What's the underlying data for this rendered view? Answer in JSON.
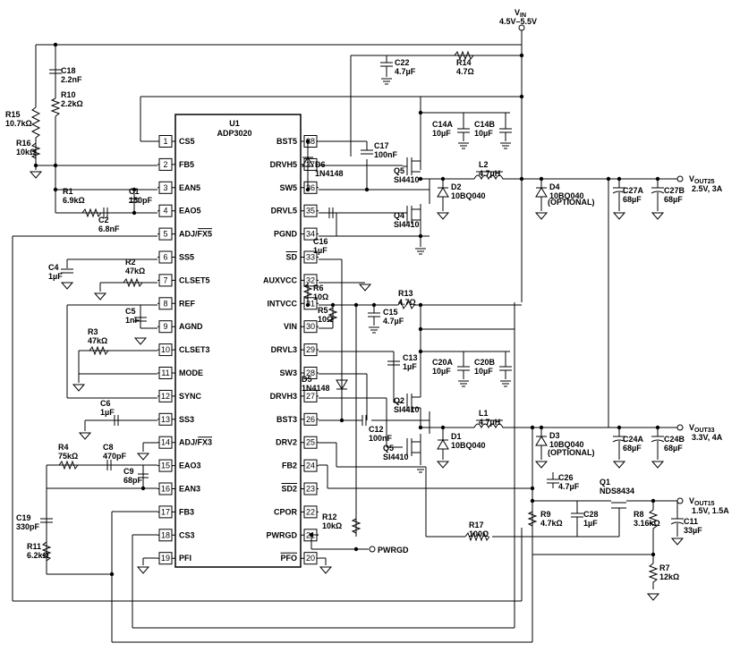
{
  "chip": {
    "ref": "U1",
    "part": "ADP3020"
  },
  "left_pins": [
    {
      "num": "1",
      "name": "CS5"
    },
    {
      "num": "2",
      "name": "FB5"
    },
    {
      "num": "3",
      "name": "EAN5"
    },
    {
      "num": "4",
      "name": "EAO5"
    },
    {
      "num": "5",
      "name": "ADJ/FX5"
    },
    {
      "num": "6",
      "name": "SS5"
    },
    {
      "num": "7",
      "name": "CLSET5"
    },
    {
      "num": "8",
      "name": "REF"
    },
    {
      "num": "9",
      "name": "AGND"
    },
    {
      "num": "10",
      "name": "CLSET3"
    },
    {
      "num": "11",
      "name": "MODE"
    },
    {
      "num": "12",
      "name": "SYNC"
    },
    {
      "num": "13",
      "name": "SS3"
    },
    {
      "num": "14",
      "name": "ADJ/FX3"
    },
    {
      "num": "15",
      "name": "EAO3"
    },
    {
      "num": "16",
      "name": "EAN3"
    },
    {
      "num": "17",
      "name": "FB3"
    },
    {
      "num": "18",
      "name": "CS3"
    },
    {
      "num": "19",
      "name": "PFI"
    }
  ],
  "right_pins": [
    {
      "num": "38",
      "name": "BST5"
    },
    {
      "num": "37",
      "name": "DRVH5"
    },
    {
      "num": "36",
      "name": "SW5"
    },
    {
      "num": "35",
      "name": "DRVL5"
    },
    {
      "num": "34",
      "name": "PGND"
    },
    {
      "num": "33",
      "name": "SD"
    },
    {
      "num": "32",
      "name": "AUXVCC"
    },
    {
      "num": "31",
      "name": "INTVCC"
    },
    {
      "num": "30",
      "name": "VIN"
    },
    {
      "num": "29",
      "name": "DRVL3"
    },
    {
      "num": "28",
      "name": "SW3"
    },
    {
      "num": "27",
      "name": "DRVH3"
    },
    {
      "num": "26",
      "name": "BST3"
    },
    {
      "num": "25",
      "name": "DRV2"
    },
    {
      "num": "24",
      "name": "FB2"
    },
    {
      "num": "23",
      "name": "SD2"
    },
    {
      "num": "22",
      "name": "CPOR"
    },
    {
      "num": "21",
      "name": "PWRGD"
    },
    {
      "num": "20",
      "name": "PFO"
    }
  ],
  "vin": {
    "label": "V",
    "sub": "IN",
    "range": "4.5V–5.5V"
  },
  "outputs": [
    {
      "prefix": "V",
      "sub": "OUT25",
      "spec": "2.5V, 3A"
    },
    {
      "prefix": "V",
      "sub": "OUT33",
      "spec": "3.3V, 4A"
    },
    {
      "prefix": "V",
      "sub": "OUT15",
      "spec": "1.5V, 1.5A"
    }
  ],
  "pwrgd_label": "PWRGD",
  "components": [
    {
      "ref": "C18",
      "value": "2.2nF"
    },
    {
      "ref": "R10",
      "value": "2.2kΩ"
    },
    {
      "ref": "R15",
      "value": "10.7kΩ"
    },
    {
      "ref": "R16",
      "value": "10kΩ"
    },
    {
      "ref": "R1",
      "value": "6.9kΩ"
    },
    {
      "ref": "C1",
      "value": "150pF"
    },
    {
      "ref": "C2",
      "value": "6.8nF"
    },
    {
      "ref": "C4",
      "value": "1µF"
    },
    {
      "ref": "R2",
      "value": "47kΩ"
    },
    {
      "ref": "C5",
      "value": "1nF"
    },
    {
      "ref": "R3",
      "value": "47kΩ"
    },
    {
      "ref": "C6",
      "value": "1µF"
    },
    {
      "ref": "R4",
      "value": "75kΩ"
    },
    {
      "ref": "C8",
      "value": "470pF"
    },
    {
      "ref": "C9",
      "value": "68pF"
    },
    {
      "ref": "C19",
      "value": "330pF"
    },
    {
      "ref": "R11",
      "value": "6.2kΩ"
    },
    {
      "ref": "C22",
      "value": "4.7µF"
    },
    {
      "ref": "R14",
      "value": "4.7Ω"
    },
    {
      "ref": "C14A",
      "value": "10µF"
    },
    {
      "ref": "C14B",
      "value": "10µF"
    },
    {
      "ref": "C17",
      "value": "100nF"
    },
    {
      "ref": "D6",
      "value": "1N4148"
    },
    {
      "ref": "Q5",
      "value": "SI4410"
    },
    {
      "ref": "L2",
      "value": "4.7µH"
    },
    {
      "ref": "D2",
      "value": "10BQ040"
    },
    {
      "ref": "D4",
      "value": "10BQ040"
    },
    {
      "ref": "C27A",
      "value": "68µF"
    },
    {
      "ref": "C27B",
      "value": "68µF"
    },
    {
      "ref": "Q4",
      "value": "SI4410"
    },
    {
      "ref": "C16",
      "value": "1µF"
    },
    {
      "ref": "R6",
      "value": "10Ω"
    },
    {
      "ref": "R13",
      "value": "4.7Ω"
    },
    {
      "ref": "R5",
      "value": "10Ω"
    },
    {
      "ref": "C15",
      "value": "4.7µF"
    },
    {
      "ref": "C13",
      "value": "1µF"
    },
    {
      "ref": "C20A",
      "value": "10µF"
    },
    {
      "ref": "C20B",
      "value": "10µF"
    },
    {
      "ref": "D5",
      "value": "1N4148"
    },
    {
      "ref": "Q2",
      "value": "SI4410"
    },
    {
      "ref": "L1",
      "value": "4.7µH"
    },
    {
      "ref": "C12",
      "value": "100nF"
    },
    {
      "ref": "D1",
      "value": "10BQ040"
    },
    {
      "ref": "D3",
      "value": "10BQ040"
    },
    {
      "ref": "C24A",
      "value": "68µF"
    },
    {
      "ref": "C24B",
      "value": "68µF"
    },
    {
      "ref": "C26",
      "value": "4.7µF"
    },
    {
      "ref": "Q1",
      "value": "NDS8434"
    },
    {
      "ref": "R9",
      "value": "4.7kΩ"
    },
    {
      "ref": "C28",
      "value": "1µF"
    },
    {
      "ref": "R8",
      "value": "3.16kΩ"
    },
    {
      "ref": "C11",
      "value": "33µF"
    },
    {
      "ref": "R17",
      "value": "100Ω"
    },
    {
      "ref": "R7",
      "value": "12kΩ"
    },
    {
      "ref": "R12",
      "value": "10kΩ"
    },
    {
      "ref": "Q5b",
      "value": "SI4410"
    }
  ],
  "optional": "(OPTIONAL)"
}
